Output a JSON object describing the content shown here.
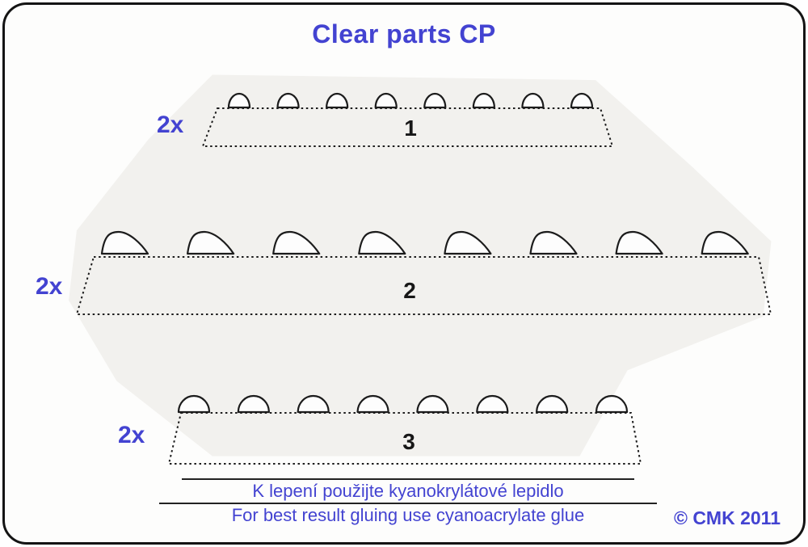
{
  "title": "Clear parts CP",
  "colors": {
    "accent": "#4343d1",
    "ink": "#1c1c1c"
  },
  "parts": [
    {
      "number": "1",
      "qty": "2x",
      "bumps": 8
    },
    {
      "number": "2",
      "qty": "2x",
      "bumps": 8
    },
    {
      "number": "3",
      "qty": "2x",
      "bumps": 8
    }
  ],
  "footer": {
    "line1": "K lepení použijte kyanokrylátové lepidlo",
    "line2": "For best result gluing use cyanoacrylate glue",
    "copyright": "© CMK 2011"
  }
}
